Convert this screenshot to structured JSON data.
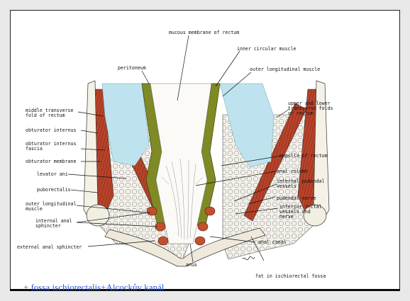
{
  "labels": {
    "mucous_membrane": "mucous membrane of rectum",
    "inner_circular": "inner circular muscle",
    "peritoneum": "peritoneum",
    "outer_longitudinal_right": "outer longitudinal muscle",
    "middle_transverse_1": "middle transverse",
    "middle_transverse_2": "fold of rectum",
    "upper_lower_1": "upper and lower",
    "upper_lower_2": "transverse folds",
    "upper_lower_3": "of rectum",
    "obturator_internus": "obturator internus",
    "obturator_fascia_1": "obturator internus",
    "obturator_fascia_2": "fascia",
    "obturator_membrane": "obturator membrane",
    "ampulla": "ampulla of rectum",
    "levator_ani": "levator ani",
    "anal_column": "anal column",
    "puborectalis": "puborectalis",
    "internal_pudendal_1": "internal pudendal",
    "internal_pudendal_2": "vessels",
    "pudendal_nerve": "pudendal nerve",
    "outer_longitudinal_left_1": "outer longitudinal",
    "outer_longitudinal_left_2": "muscle",
    "inferior_rectal_1": "inferior rectal",
    "inferior_rectal_2": "vessels and",
    "inferior_rectal_3": "nerve",
    "internal_anal_1": "internal anal",
    "internal_anal_2": "sphincter",
    "anal_canal": "anal canal",
    "external_anal": "external anal sphincter",
    "anus": "anus",
    "fat_fossa": "fat in ischiorectal fossa"
  },
  "caption": "+ fossa ischiorectalis+Alcockův kanál",
  "colors": {
    "caption": "#2a5bd7",
    "muscle": "#b8432a",
    "serosa_blue": "#bfe3ee",
    "mucosa_green": "#7f8a25",
    "fat_bg": "#f4f1ea"
  }
}
